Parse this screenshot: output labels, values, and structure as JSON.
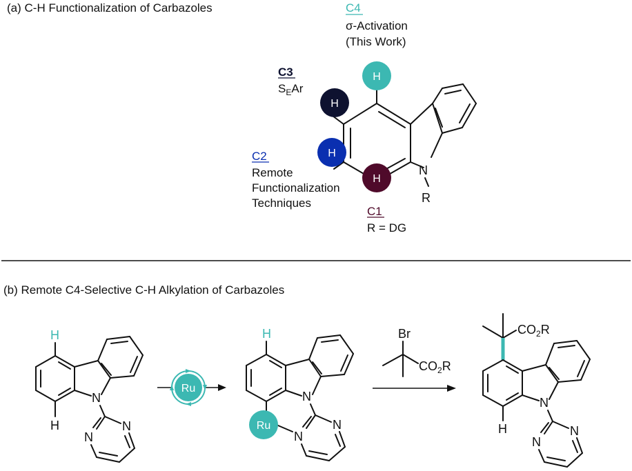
{
  "panel_a": {
    "title": "(a) C-H Functionalization of Carbazoles",
    "c4": {
      "label": "C4",
      "line1": "σ-Activation",
      "line2": "(This Work)",
      "color": "#3cb8b2"
    },
    "c3": {
      "label": "C3",
      "line1_main": "S",
      "line1_sub": "E",
      "line1_rest": "Ar",
      "color": "#0e1230"
    },
    "c2": {
      "label": "C2",
      "line1": "Remote",
      "line2": "Functionalization",
      "line3": "Techniques",
      "color": "#0a2fb0"
    },
    "c1": {
      "label": "C1",
      "line1": "R = DG",
      "color": "#4f0a2a"
    },
    "h_label": "H",
    "n_label": "N",
    "r_label": "R"
  },
  "panel_b": {
    "title": "(b) Remote C4-Selective C-H Alkylation of Carbazoles",
    "accent_color": "#3cb8b2",
    "catalyst_label": "Ru",
    "reagent": {
      "top": "Br",
      "right": "CO",
      "sub": "2",
      "tail": "R"
    },
    "product_ester": {
      "main": "CO",
      "sub": "2",
      "tail": "R"
    },
    "h_label": "H",
    "n_label": "N"
  }
}
